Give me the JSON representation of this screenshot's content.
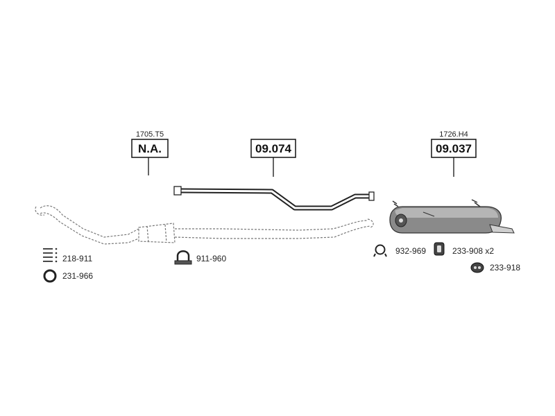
{
  "callouts": [
    {
      "ref": "1705.T5",
      "label": "N.A."
    },
    {
      "ref": "",
      "label": "09.074"
    },
    {
      "ref": "1726.H4",
      "label": "09.037"
    }
  ],
  "parts": {
    "p218": "218-911",
    "p231": "231-966",
    "p911": "911-960",
    "p932": "932-969",
    "p233a": "233-908 x2",
    "p233b": "233-918"
  }
}
